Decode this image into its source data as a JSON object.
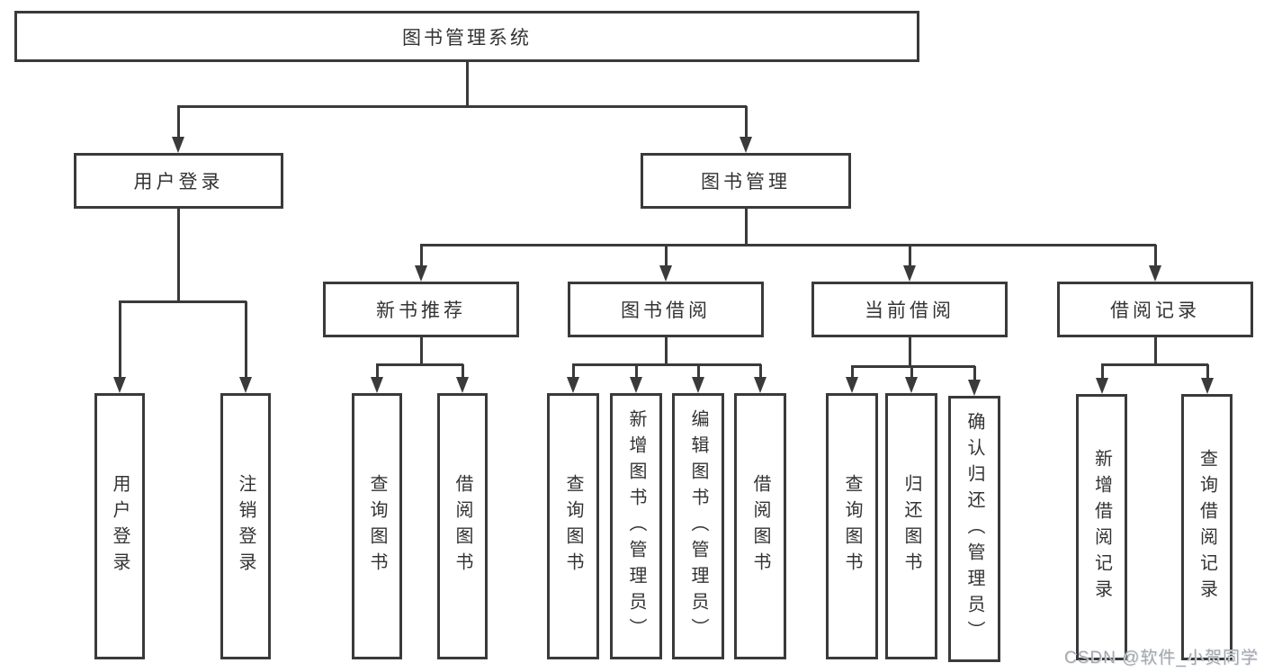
{
  "diagram": {
    "root": {
      "label": "图书管理系统"
    },
    "level2": [
      {
        "label": "用户登录"
      },
      {
        "label": "图书管理"
      }
    ],
    "level3": [
      {
        "label": "新书推荐"
      },
      {
        "label": "图书借阅"
      },
      {
        "label": "当前借阅"
      },
      {
        "label": "借阅记录"
      }
    ],
    "leaves": {
      "login": [
        {
          "label": "用户登录"
        },
        {
          "label": "注销登录"
        }
      ],
      "recommend": [
        {
          "label": "查询图书"
        },
        {
          "label": "借阅图书"
        }
      ],
      "borrow": [
        {
          "label": "查询图书"
        },
        {
          "label": "新增图书（管理员）"
        },
        {
          "label": "编辑图书（管理员）"
        },
        {
          "label": "借阅图书"
        }
      ],
      "current": [
        {
          "label": "查询图书"
        },
        {
          "label": "归还图书"
        },
        {
          "label": "确认归还（管理员）"
        }
      ],
      "records": [
        {
          "label": "新增借阅记录"
        },
        {
          "label": "查询借阅记录"
        }
      ]
    },
    "colors": {
      "line": "#3a3a3a",
      "text": "#333333",
      "background": "#ffffff",
      "watermark": "#a3a8ae"
    }
  },
  "watermark": {
    "text": "CSDN @软件_小贺同学"
  }
}
